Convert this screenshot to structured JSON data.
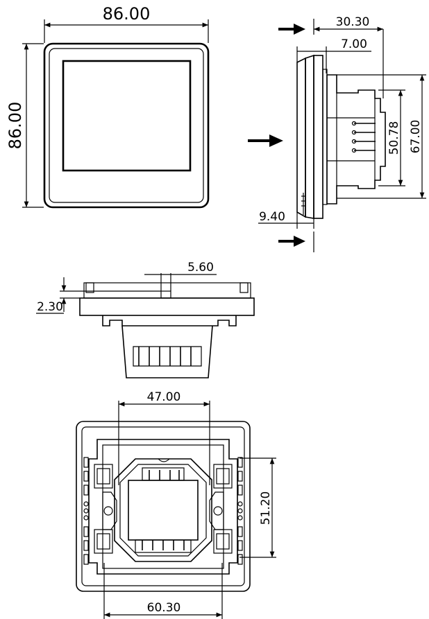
{
  "dimensions": {
    "front_width": "86.00",
    "front_height": "86.00",
    "side_depth_total": "30.30",
    "side_front_offset": "7.00",
    "side_inner_height": "50.78",
    "side_body_height": "67.00",
    "side_panel_thickness": "9.40",
    "top_clip_width": "5.60",
    "top_lip": "2.30",
    "back_inner_width": "47.00",
    "back_inner_height": "51.20",
    "back_mount_width": "60.30"
  }
}
